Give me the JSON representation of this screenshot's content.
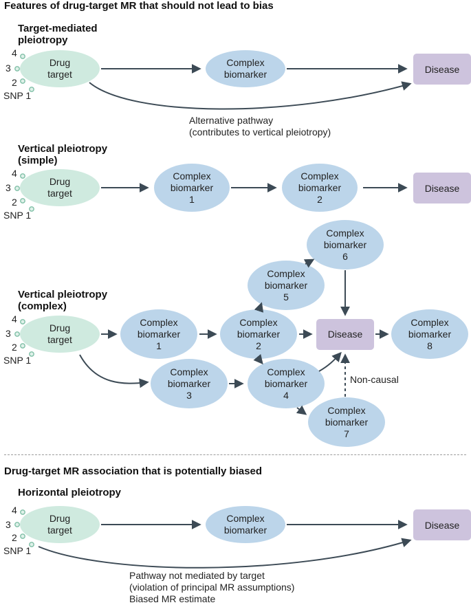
{
  "sections": {
    "heading_unbiased": "Features of drug-target MR that should not lead to bias",
    "heading_biased": "Drug-target MR association that is potentially biased"
  },
  "panels": {
    "p1": {
      "title_l1": "Target-mediated",
      "title_l2": "pleiotropy",
      "drug_target_l1": "Drug",
      "drug_target_l2": "target",
      "biomarker_l1": "Complex",
      "biomarker_l2": "biomarker",
      "disease": "Disease",
      "note_l1": "Alternative pathway",
      "note_l2": "(contributes to vertical pleiotropy)"
    },
    "p2": {
      "title_l1": "Vertical pleiotropy",
      "title_l2": "(simple)",
      "drug_target_l1": "Drug",
      "drug_target_l2": "target",
      "b1_l1": "Complex",
      "b1_l2": "biomarker",
      "b1_l3": "1",
      "b2_l1": "Complex",
      "b2_l2": "biomarker",
      "b2_l3": "2",
      "disease": "Disease"
    },
    "p3": {
      "title_l1": "Vertical pleiotropy",
      "title_l2": "(complex)",
      "drug_target_l1": "Drug",
      "drug_target_l2": "target",
      "b1_l1": "Complex",
      "b1_l2": "biomarker",
      "b1_l3": "1",
      "b2_l1": "Complex",
      "b2_l2": "biomarker",
      "b2_l3": "2",
      "b3_l1": "Complex",
      "b3_l2": "biomarker",
      "b3_l3": "3",
      "b4_l1": "Complex",
      "b4_l2": "biomarker",
      "b4_l3": "4",
      "b5_l1": "Complex",
      "b5_l2": "biomarker",
      "b5_l3": "5",
      "b6_l1": "Complex",
      "b6_l2": "biomarker",
      "b6_l3": "6",
      "b7_l1": "Complex",
      "b7_l2": "biomarker",
      "b7_l3": "7",
      "b8_l1": "Complex",
      "b8_l2": "biomarker",
      "b8_l3": "8",
      "disease": "Disease",
      "non_causal": "Non-causal"
    },
    "p4": {
      "title": "Horizontal pleiotropy",
      "drug_target_l1": "Drug",
      "drug_target_l2": "target",
      "biomarker_l1": "Complex",
      "biomarker_l2": "biomarker",
      "disease": "Disease",
      "note_l1": "Pathway not mediated by target",
      "note_l2": "(violation of principal MR assumptions)",
      "note_l3": "Biased MR estimate"
    }
  },
  "snps": {
    "s4": "4",
    "s3": "3",
    "s2": "2",
    "s1": "SNP 1"
  },
  "colors": {
    "drug_target_fill": "#cfeadf",
    "biomarker_fill": "#bcd5ea",
    "disease_fill": "#cdc3dd",
    "snp_dot_fill": "#dff1e9",
    "snp_dot_stroke": "#7fbfa6",
    "arrow": "#3c4a55"
  },
  "icons": {
    "arrowhead": "arrowhead-icon",
    "snp_dot": "snp-dot-icon"
  }
}
